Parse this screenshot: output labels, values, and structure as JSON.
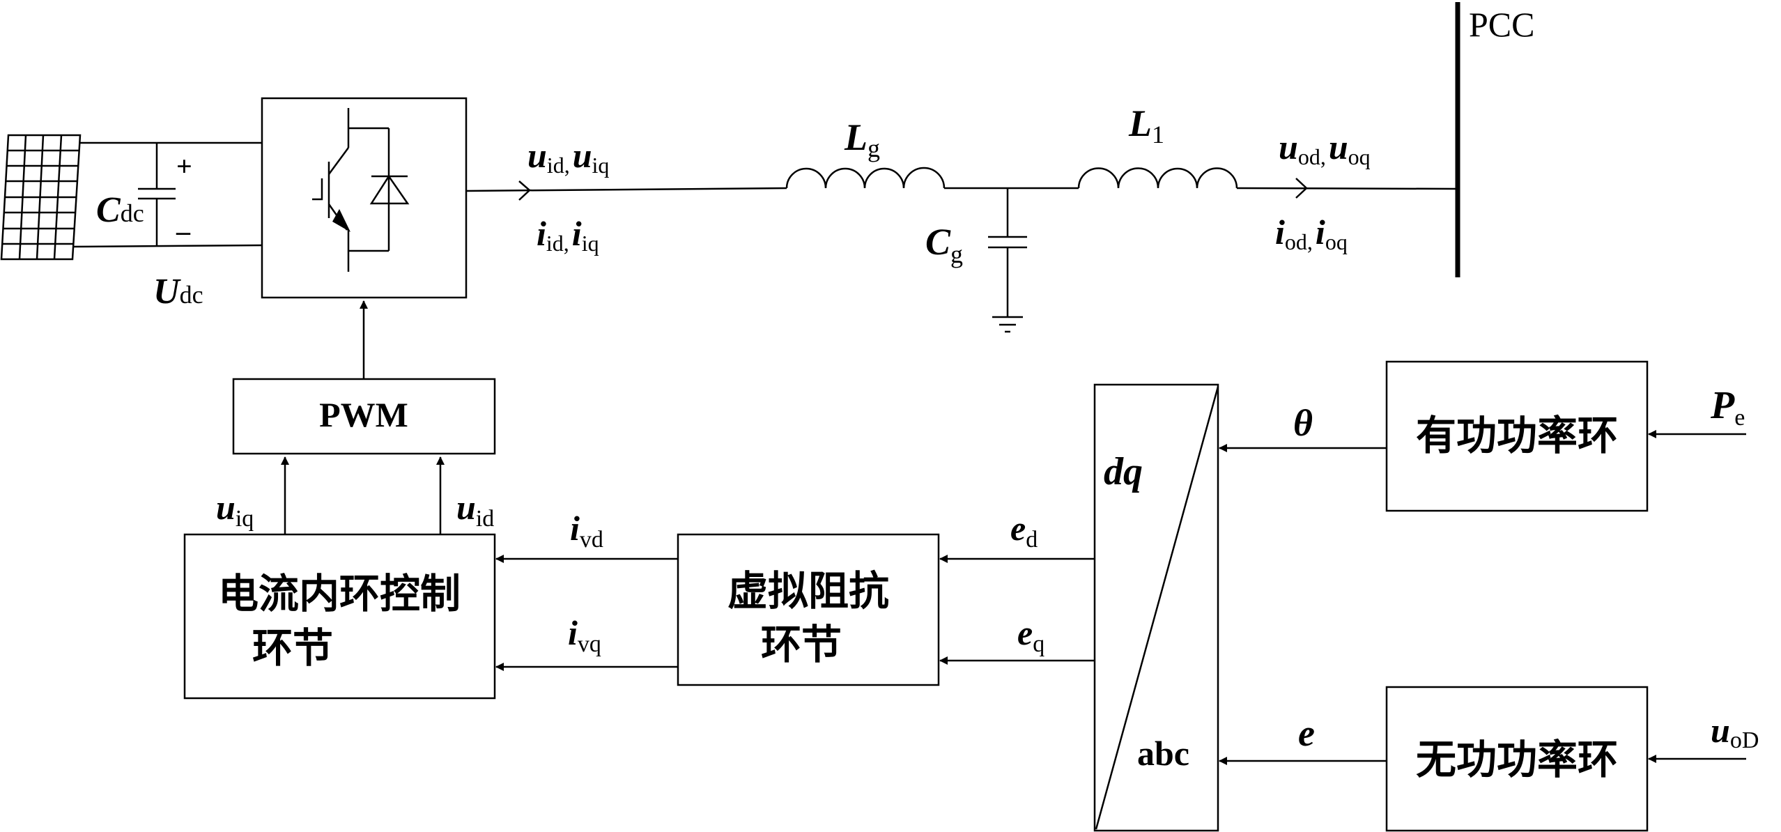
{
  "title": "Grid-forming PV inverter control block diagram",
  "circuit": {
    "pcc_label": "PCC",
    "dc_capacitor": {
      "symbol": "C",
      "sub": "dc"
    },
    "dc_voltage": {
      "symbol": "U",
      "sub": "dc"
    },
    "plus_sign": "+",
    "minus_sign": "–",
    "filter_inductor": {
      "symbol": "L",
      "sub": "g"
    },
    "filter_capacitor": {
      "symbol": "C",
      "sub": "g"
    },
    "line_inductor": {
      "symbol": "L",
      "sub": "1"
    },
    "inverter_voltage": {
      "sym1": "u",
      "sub1": "id,",
      "sym2": "u",
      "sub2": "iq"
    },
    "inverter_current": {
      "sym1": "i",
      "sub1": "id,",
      "sym2": "i",
      "sub2": "iq"
    },
    "output_voltage": {
      "sym1": "u",
      "sub1": "od,",
      "sym2": "u",
      "sub2": "oq"
    },
    "output_current": {
      "sym1": "i",
      "sub1": "od,",
      "sym2": "i",
      "sub2": "oq"
    }
  },
  "blocks": {
    "pwm": "PWM",
    "current_loop_line1": "电流内环控制",
    "current_loop_line2": "环节",
    "virtual_impedance_line1": "虚拟阻抗",
    "virtual_impedance_line2": "环节",
    "transform_top": "dq",
    "transform_bottom": "abc",
    "active_power_loop": "有功功率环",
    "reactive_power_loop": "无功功率环"
  },
  "signals": {
    "uiq": {
      "symbol": "u",
      "sub": "iq"
    },
    "uid": {
      "symbol": "u",
      "sub": "id"
    },
    "ivd": {
      "symbol": "i",
      "sub": "vd"
    },
    "ivq": {
      "symbol": "i",
      "sub": "vq"
    },
    "ed": {
      "symbol": "e",
      "sub": "d"
    },
    "eq": {
      "symbol": "e",
      "sub": "q"
    },
    "theta": "θ",
    "e": "e",
    "pe": {
      "symbol": "P",
      "sub": "e"
    },
    "uoD": {
      "symbol": "u",
      "sub": "oD"
    }
  }
}
